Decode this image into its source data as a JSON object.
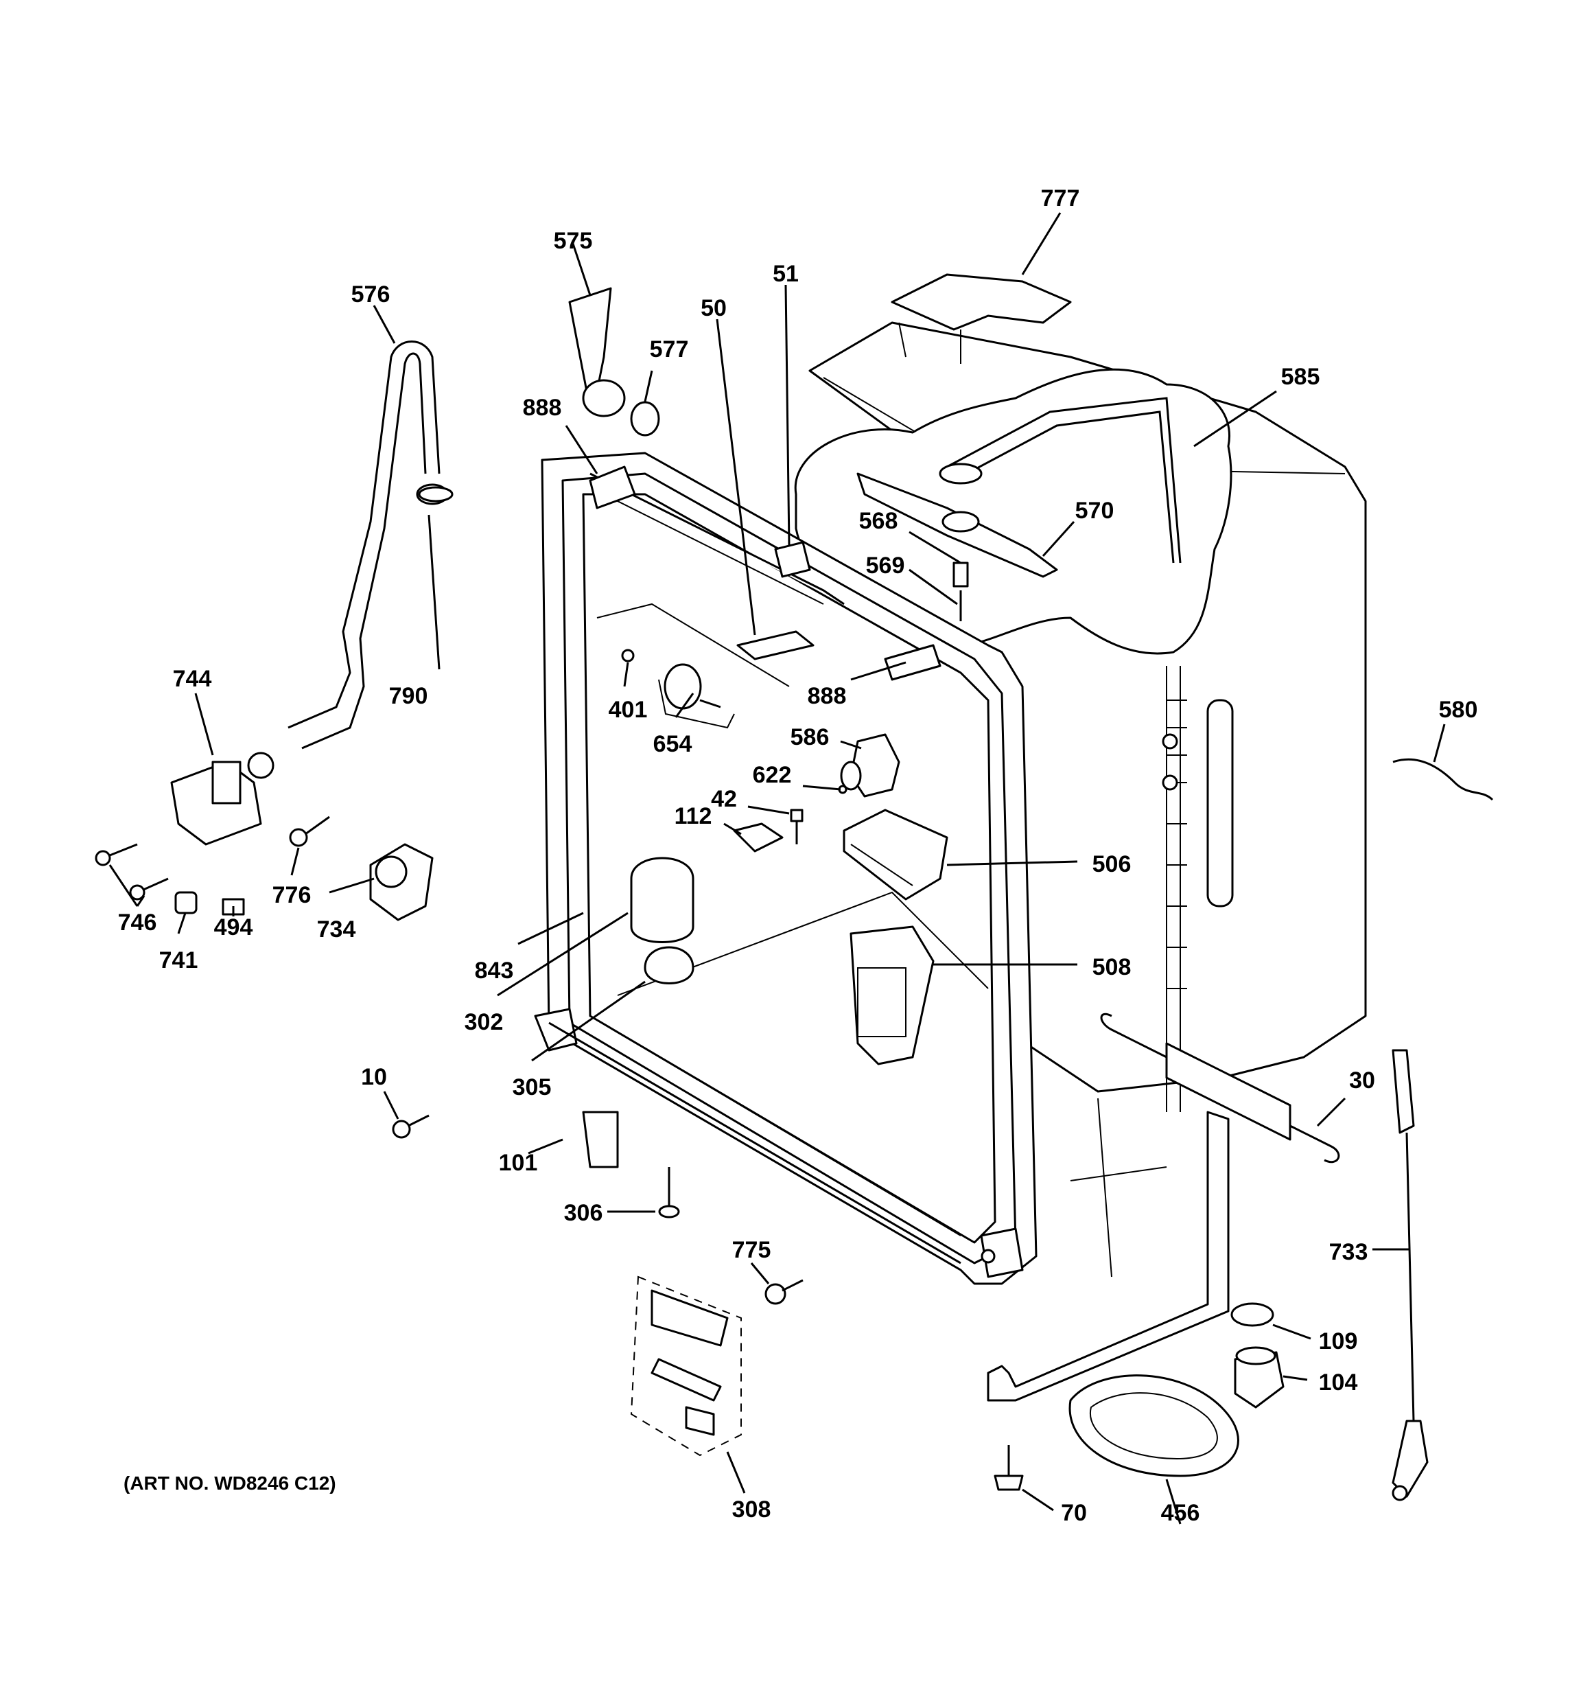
{
  "art_number": "(ART NO. WD8246 C12)",
  "part_labels": [
    "777",
    "575",
    "51",
    "50",
    "576",
    "577",
    "888",
    "585",
    "570",
    "568",
    "569",
    "790",
    "744",
    "888",
    "401",
    "654",
    "580",
    "586",
    "622",
    "42",
    "112",
    "746",
    "776",
    "734",
    "494",
    "741",
    "506",
    "843",
    "508",
    "302",
    "30",
    "10",
    "305",
    "101",
    "306",
    "733",
    "775",
    "109",
    "104",
    "308",
    "70",
    "456"
  ]
}
